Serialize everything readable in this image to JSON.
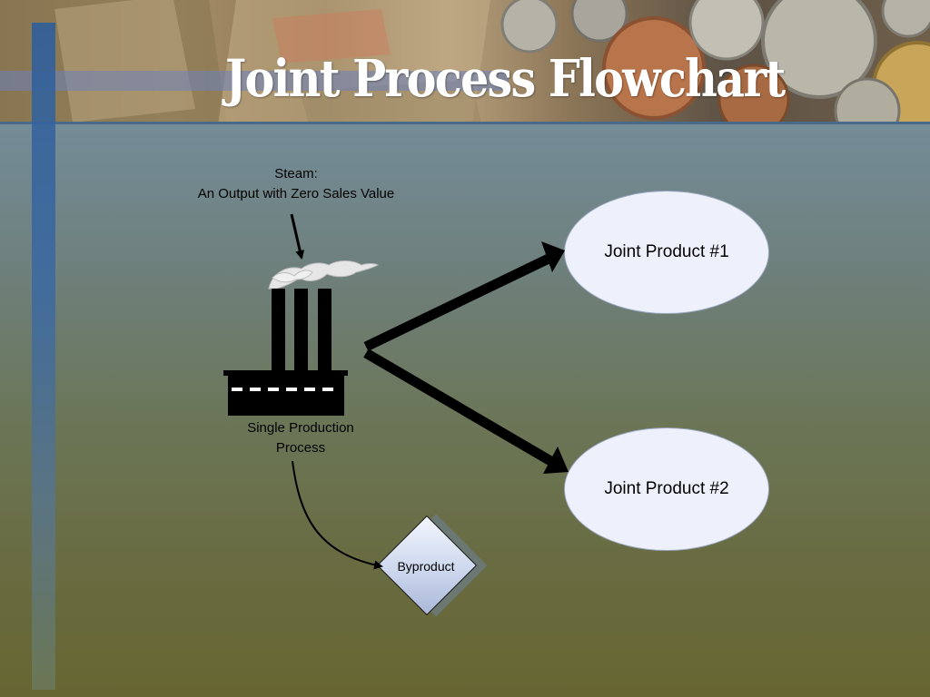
{
  "slide": {
    "title": "Joint Process Flowchart"
  },
  "diagram": {
    "steam_label_line1": "Steam:",
    "steam_label_line2": "An Output with Zero Sales Value",
    "process_label_line1": "Single Production",
    "process_label_line2": "Process",
    "joint_product_1": "Joint Product #1",
    "joint_product_2": "Joint Product #2",
    "byproduct": "Byproduct"
  },
  "icons": {
    "factory": "factory-icon",
    "steam": "steam-icon",
    "background_banner": "currency-banner-image"
  },
  "colors": {
    "title_text": "#ffffff",
    "ellipse_fill": "#eef1fb",
    "accent_bar": "#3d6aa0",
    "arrow": "#000000"
  }
}
